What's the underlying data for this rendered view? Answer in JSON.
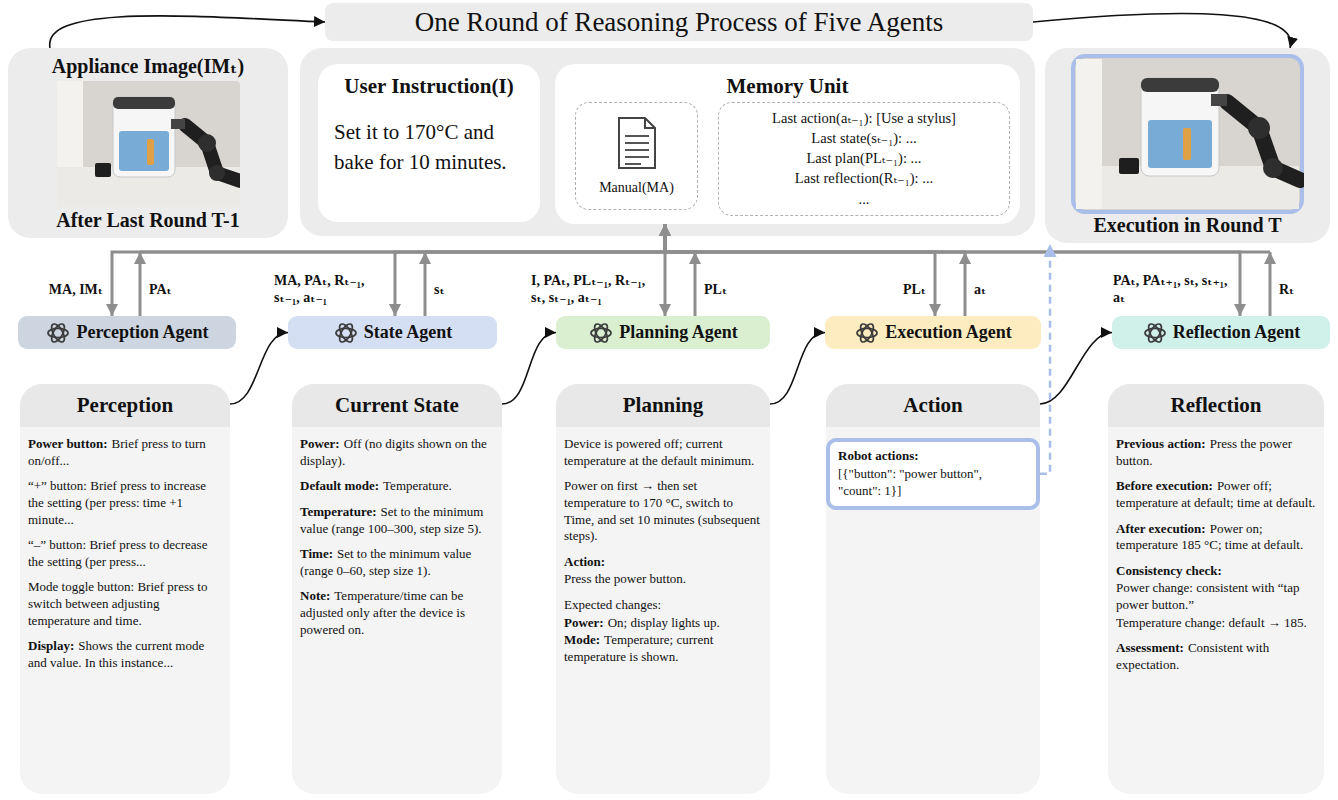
{
  "diagram": {
    "nodes": [
      {
        "text": [
          "One Round of Reasoning Process of Five Agents"
        ]
      },
      {
        "text": [
          "Appliance Image(IMₜ)",
          "After Last Round T-1"
        ]
      },
      {
        "text": [
          "User Instruction(I)",
          "Set it to 170°C and bake for 10 minutes."
        ]
      },
      {
        "text": [
          "Memory Unit"
        ]
      },
      {
        "text": [
          "Manual(MA)"
        ],
        "in": 3
      },
      {
        "text": [
          "Last action(aₜ₋₁): [Use a stylus]",
          "Last state(sₜ₋₁): ...",
          "Last plan(PLₜ₋₁): ...",
          "Last reflection(Rₜ₋₁): ...",
          "..."
        ],
        "in": 3
      },
      {
        "text": [
          "Execution in Round T"
        ]
      },
      {
        "text": [
          "Perception Agent"
        ]
      },
      {
        "text": [
          "State Agent"
        ]
      },
      {
        "text": [
          "Planning Agent"
        ]
      },
      {
        "text": [
          "Execution Agent"
        ]
      },
      {
        "text": [
          "Reflection Agent"
        ]
      },
      {
        "text": [
          "Perception",
          "Power button:",
          "Brief press to turn on/off...",
          "“+” button: Brief press to increase the setting (per press: time +1 minute...",
          "“–” button: Brief press to decrease the setting (per press...",
          "Mode toggle button: Brief press to switch between adjusting temperature and time.",
          "Display:",
          "Shows the current mode and value. In this instance..."
        ]
      },
      {
        "text": [
          "Current State",
          "Power:",
          "Off (no digits shown on the display).",
          "Default mode:",
          "Temperature.",
          "Temperature:",
          "Set to the minimum value (range 100–300, step size 5).",
          "Time:",
          "Set to the minimum value (range 0–60, step size 1).",
          "Note:",
          "Temperature/time can be adjusted only after the device is powered on."
        ]
      },
      {
        "text": [
          "Planning",
          "Device is powered off; current temperature at the default minimum.",
          "Power on first → then set temperature to 170 °C, switch to Time, and set 10 minutes (subsequent steps).",
          "Action:",
          "Press the power button.",
          "Expected changes:",
          "Power:",
          "On; display lights up.",
          "Mode:",
          "Temperature; current temperature is shown."
        ]
      },
      {
        "text": [
          "Action"
        ]
      },
      {
        "text": [
          "Robot actions:",
          "[{\"button\": \"power button\", \"count\": 1}]"
        ],
        "in": 15
      },
      {
        "text": [
          "Reflection",
          "Previous action:",
          "Press the power button.",
          "Before execution:",
          "Power off; temperature at default; time at default.",
          "After execution:",
          "Power on; temperature 185 °C; time at default.",
          "Consistency check:",
          "Power change: consistent with “tap power button.”",
          "Temperature change: default → 185.",
          "Assessment:",
          "Consistent with expectation."
        ]
      }
    ],
    "edges": [
      {
        "from": 1,
        "to": 0,
        "arrow": "to"
      },
      {
        "from": 0,
        "to": 6,
        "arrow": "to"
      },
      {
        "from": 3,
        "to": 7,
        "arrow": "to",
        "label": "MA, IMₜ"
      },
      {
        "from": 7,
        "to": 3,
        "arrow": "to",
        "label": "PAₜ"
      },
      {
        "from": 3,
        "to": 8,
        "arrow": "to",
        "label": "MA, PAₜ, Rₜ₋₁, sₜ₋₁, aₜ₋₁"
      },
      {
        "from": 8,
        "to": 3,
        "arrow": "to",
        "label": "sₜ"
      },
      {
        "from": 3,
        "to": 9,
        "arrow": "to",
        "label": "I, PAₜ, PLₜ₋₁, Rₜ₋₁, sₜ, sₜ₋₁, aₜ₋₁"
      },
      {
        "from": 9,
        "to": 3,
        "arrow": "to",
        "label": "PLₜ"
      },
      {
        "from": 3,
        "to": 10,
        "arrow": "to",
        "label": "PLₜ"
      },
      {
        "from": 10,
        "to": 3,
        "arrow": "to",
        "label": "aₜ"
      },
      {
        "from": 3,
        "to": 11,
        "arrow": "to",
        "label": "PAₜ, PAₜ₊₁, sₜ, sₜ₊₁, aₜ"
      },
      {
        "from": 11,
        "to": 3,
        "arrow": "to",
        "label": "Rₜ"
      },
      {
        "from": 12,
        "to": 8,
        "arrow": "to"
      },
      {
        "from": 13,
        "to": 9,
        "arrow": "to"
      },
      {
        "from": 14,
        "to": 10,
        "arrow": "to"
      },
      {
        "from": 15,
        "to": 11,
        "arrow": "to"
      },
      {
        "from": 16,
        "to": 6,
        "arrow": "to"
      }
    ]
  }
}
